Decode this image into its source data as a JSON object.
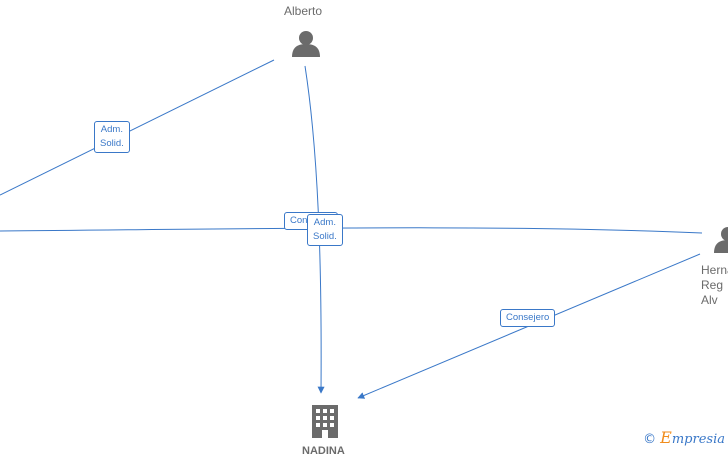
{
  "nodes": {
    "alberto": {
      "label": "Alberto"
    },
    "hernandez": {
      "label": "Herna\nReg\nAlv"
    },
    "company": {
      "label": "NADINA"
    }
  },
  "edges": {
    "adm_solid_left": "Adm.\nSolid.",
    "consejero_center": "Con",
    "adm_solid_center": "Adm.\nSolid.",
    "consejero_right": "Consejero"
  },
  "watermark": {
    "symbol": "©",
    "brand_e": "E",
    "brand_rest": "mpresia"
  },
  "colors": {
    "edge": "#3a78c8",
    "node": "#6b6b6b"
  }
}
